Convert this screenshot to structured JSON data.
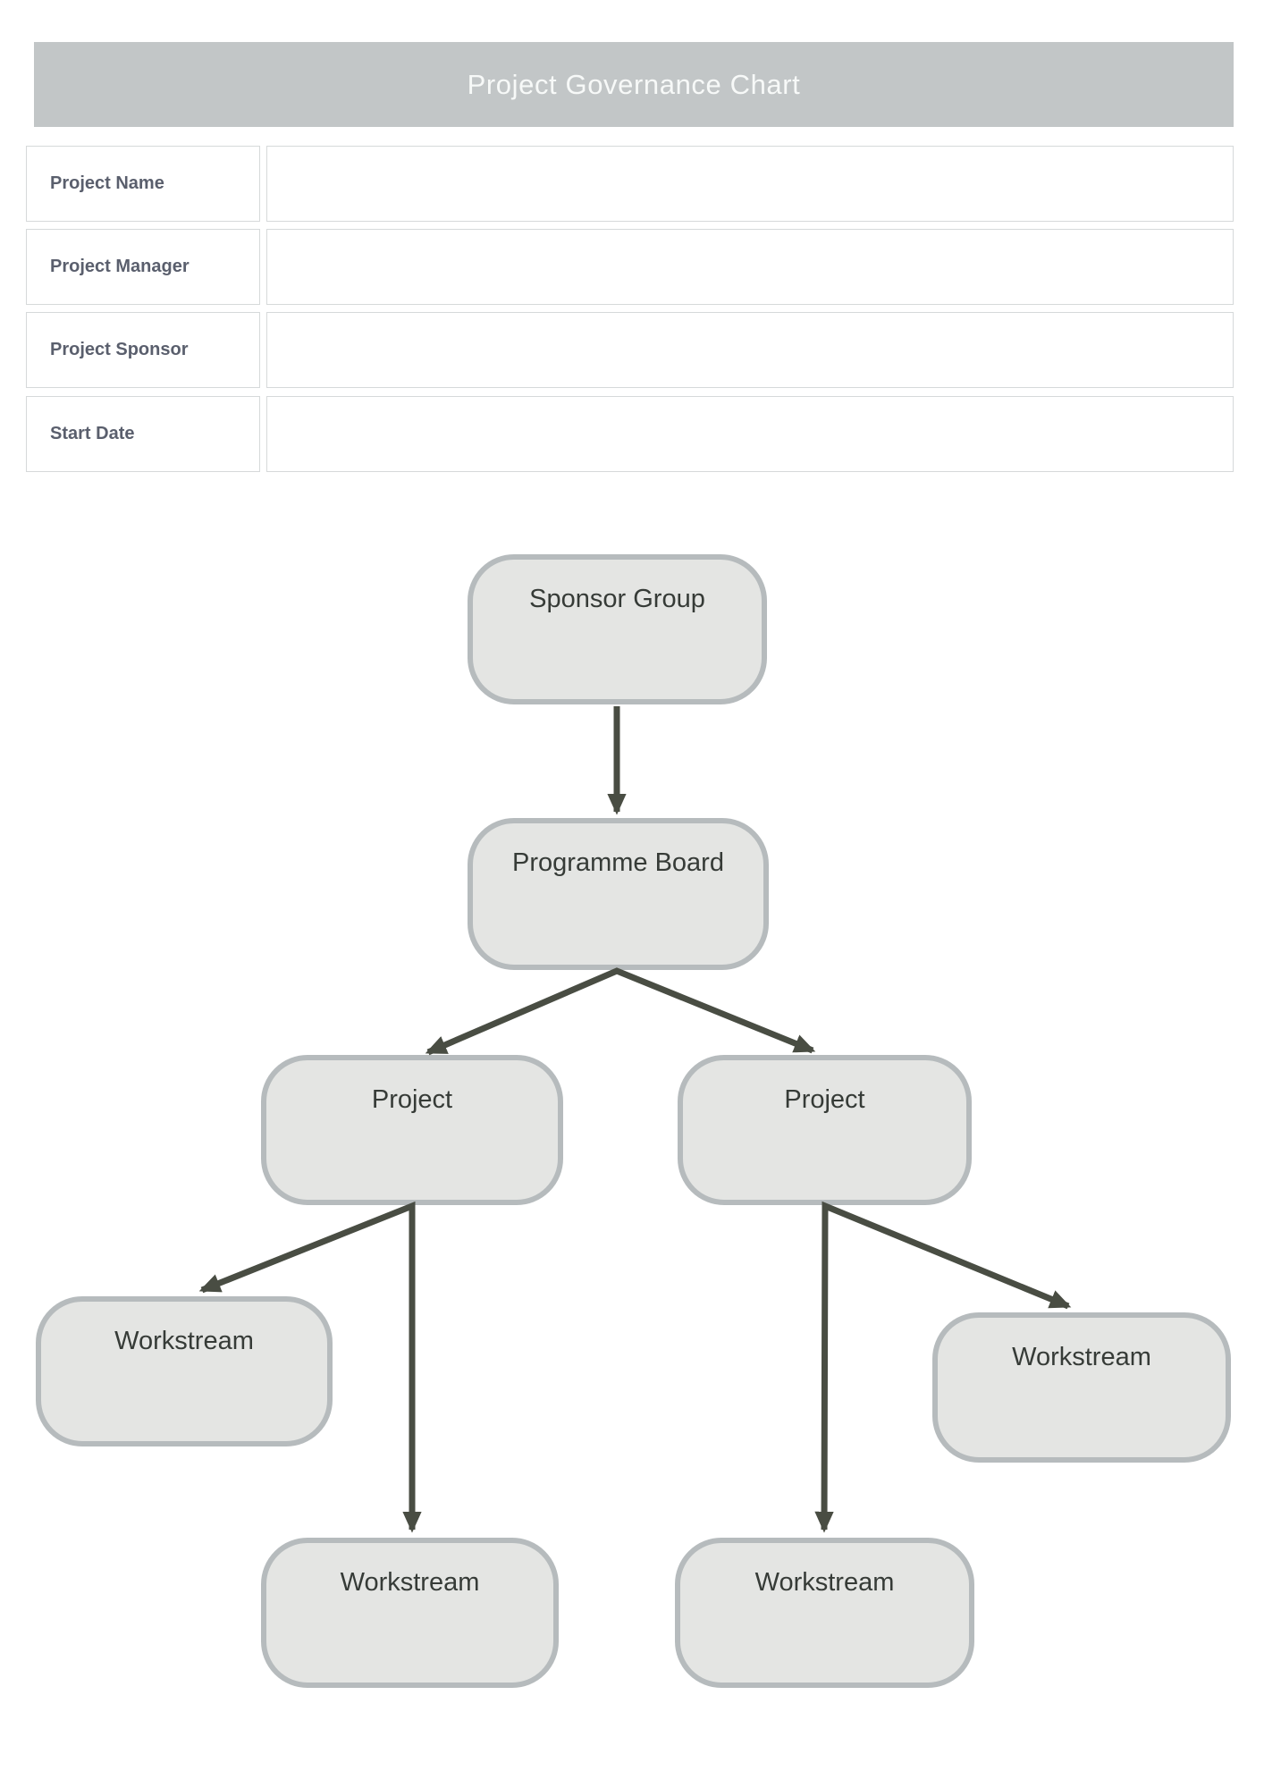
{
  "header": {
    "title": "Project Governance Chart"
  },
  "form": {
    "rows": [
      {
        "label": "Project Name",
        "value": ""
      },
      {
        "label": "Project Manager",
        "value": ""
      },
      {
        "label": "Project Sponsor",
        "value": ""
      },
      {
        "label": "Start Date",
        "value": ""
      }
    ]
  },
  "diagram": {
    "nodes": [
      {
        "id": "sponsor-group",
        "label": "Sponsor Group"
      },
      {
        "id": "programme-board",
        "label": "Programme Board"
      },
      {
        "id": "project-left",
        "label": "Project"
      },
      {
        "id": "project-right",
        "label": "Project"
      },
      {
        "id": "workstream-far-left",
        "label": "Workstream"
      },
      {
        "id": "workstream-bottom-left",
        "label": "Workstream"
      },
      {
        "id": "workstream-bottom-right",
        "label": "Workstream"
      },
      {
        "id": "workstream-far-right",
        "label": "Workstream"
      }
    ],
    "edges": [
      {
        "from": "sponsor-group",
        "to": "programme-board"
      },
      {
        "from": "programme-board",
        "to": "project-left"
      },
      {
        "from": "programme-board",
        "to": "project-right"
      },
      {
        "from": "project-left",
        "to": "workstream-far-left"
      },
      {
        "from": "project-left",
        "to": "workstream-bottom-left"
      },
      {
        "from": "project-right",
        "to": "workstream-bottom-right"
      },
      {
        "from": "project-right",
        "to": "workstream-far-right"
      }
    ]
  },
  "colors": {
    "banner-bg": "#c2c6c7",
    "banner-text": "#f7f9f8",
    "form-label": "#5a5f6d",
    "cell-border": "#d6d9da",
    "node-fill": "#e4e5e3",
    "node-border": "#b6bbbd",
    "node-text": "#363b37",
    "arrow": "#494d43"
  }
}
